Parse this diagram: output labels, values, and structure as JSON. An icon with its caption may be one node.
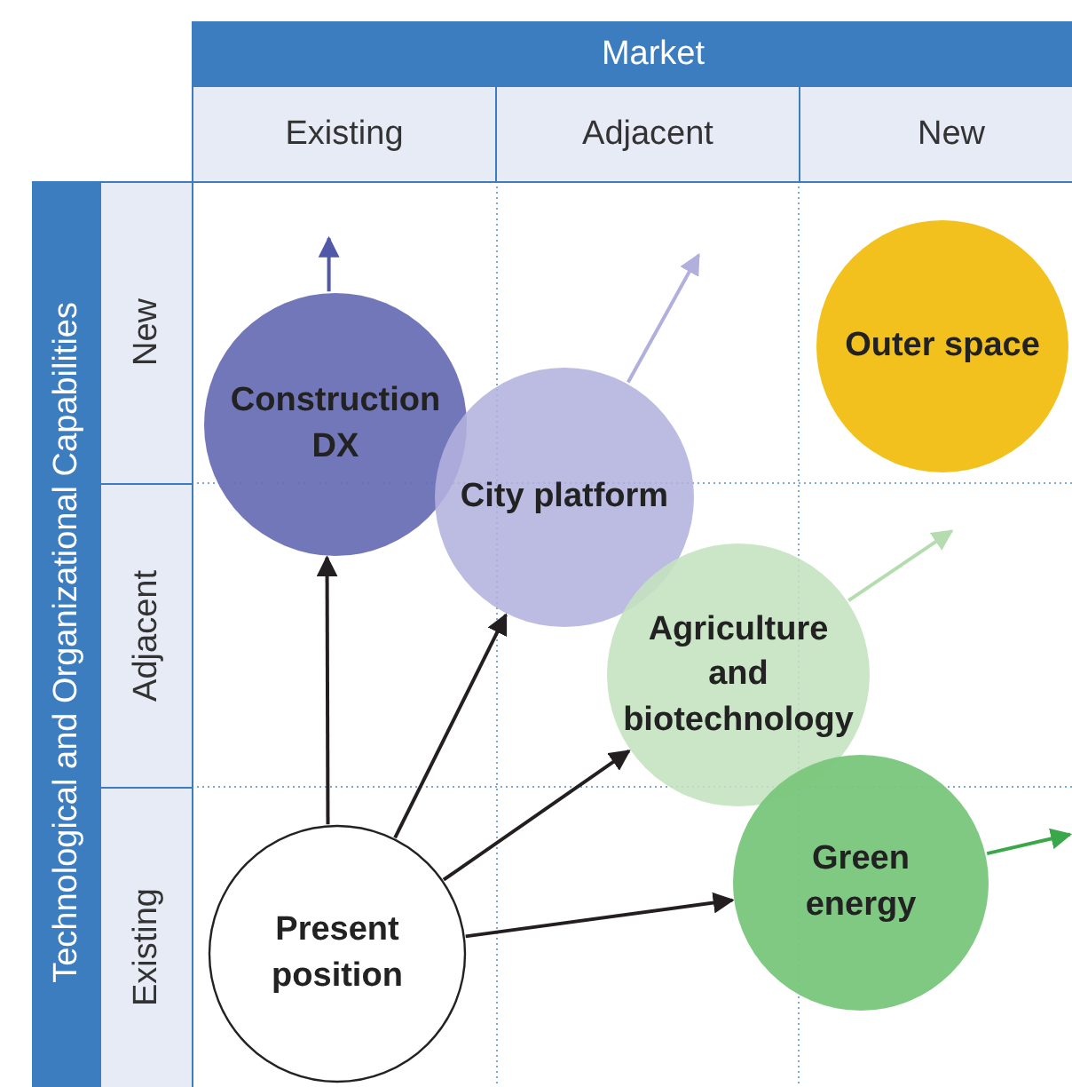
{
  "diagram": {
    "nodes": [
      {
        "text": [
          "Market"
        ]
      },
      {
        "text": [
          "Existing"
        ]
      },
      {
        "text": [
          "Adjacent"
        ]
      },
      {
        "text": [
          "New"
        ]
      },
      {
        "text": [
          "Technological and Organizational Capabilities"
        ]
      },
      {
        "text": [
          "New"
        ]
      },
      {
        "text": [
          "Adjacent"
        ]
      },
      {
        "text": [
          "Existing"
        ]
      },
      {
        "text": [
          "Construction DX"
        ]
      },
      {
        "text": [
          "City platform"
        ]
      },
      {
        "text": [
          "Outer space"
        ]
      },
      {
        "text": [
          "Agriculture and biotechnology"
        ]
      },
      {
        "text": [
          "Present position"
        ]
      },
      {
        "text": [
          "Green energy"
        ]
      }
    ],
    "edges": [
      {
        "from": 12,
        "to": 8,
        "arrow": "to"
      },
      {
        "from": 12,
        "to": 9,
        "arrow": "to"
      },
      {
        "from": 12,
        "to": 11,
        "arrow": "to"
      },
      {
        "from": 12,
        "to": 13,
        "arrow": "to"
      },
      {
        "from": 8,
        "to": null,
        "arrow": "to",
        "color": "#5058a8"
      },
      {
        "from": 9,
        "to": null,
        "arrow": "to",
        "color": "#b1b0dc"
      },
      {
        "from": 11,
        "to": null,
        "arrow": "to",
        "color": "#b4dcae"
      },
      {
        "from": 13,
        "to": null,
        "arrow": "to",
        "color": "#3aa84a"
      }
    ]
  }
}
